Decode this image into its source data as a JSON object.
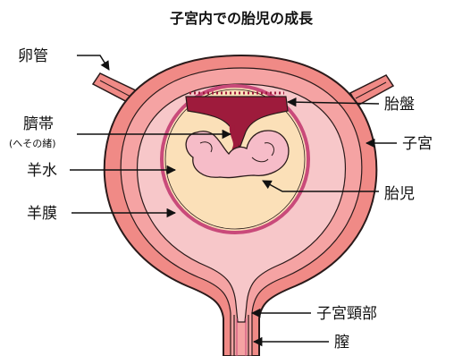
{
  "title": "子宮内での胎児の成長",
  "labels": {
    "oviduct": "卵管",
    "placenta": "胎盤",
    "umbilical_cord": "臍帯",
    "umbilical_cord_note": "(へその緒)",
    "uterus": "子宮",
    "amniotic_fluid": "羊水",
    "fetus": "胎児",
    "amnion": "羊膜",
    "cervix": "子宮頸部",
    "vagina": "膣"
  },
  "colors": {
    "uterus_wall": "#f08a86",
    "uterus_cavity": "#f7c7c9",
    "membrane": "#c94a7a",
    "amniotic_fluid": "#fbe0b8",
    "fetus": "#f6bcc8",
    "placenta": "#9e1b3c",
    "outline": "#2a1a1a"
  }
}
